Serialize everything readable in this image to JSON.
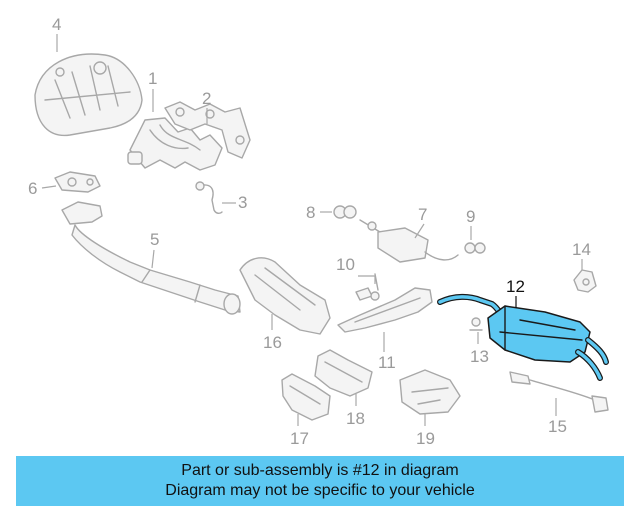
{
  "callouts": {
    "c1": "1",
    "c2": "2",
    "c3": "3",
    "c4": "4",
    "c5": "5",
    "c6": "6",
    "c7": "7",
    "c8": "8",
    "c9": "9",
    "c10": "10",
    "c11": "11",
    "c12": "12",
    "c13": "13",
    "c14": "14",
    "c15": "15",
    "c16": "16",
    "c17": "17",
    "c18": "18",
    "c19": "19"
  },
  "highlighted_part": "12",
  "colors": {
    "highlight": "#5cc8f2",
    "banner": "#5cc8f2",
    "outline": "#a8a8a8"
  },
  "banner": {
    "line1": "Part or sub-assembly is #12 in diagram",
    "line2": "Diagram may not be specific to your vehicle"
  }
}
